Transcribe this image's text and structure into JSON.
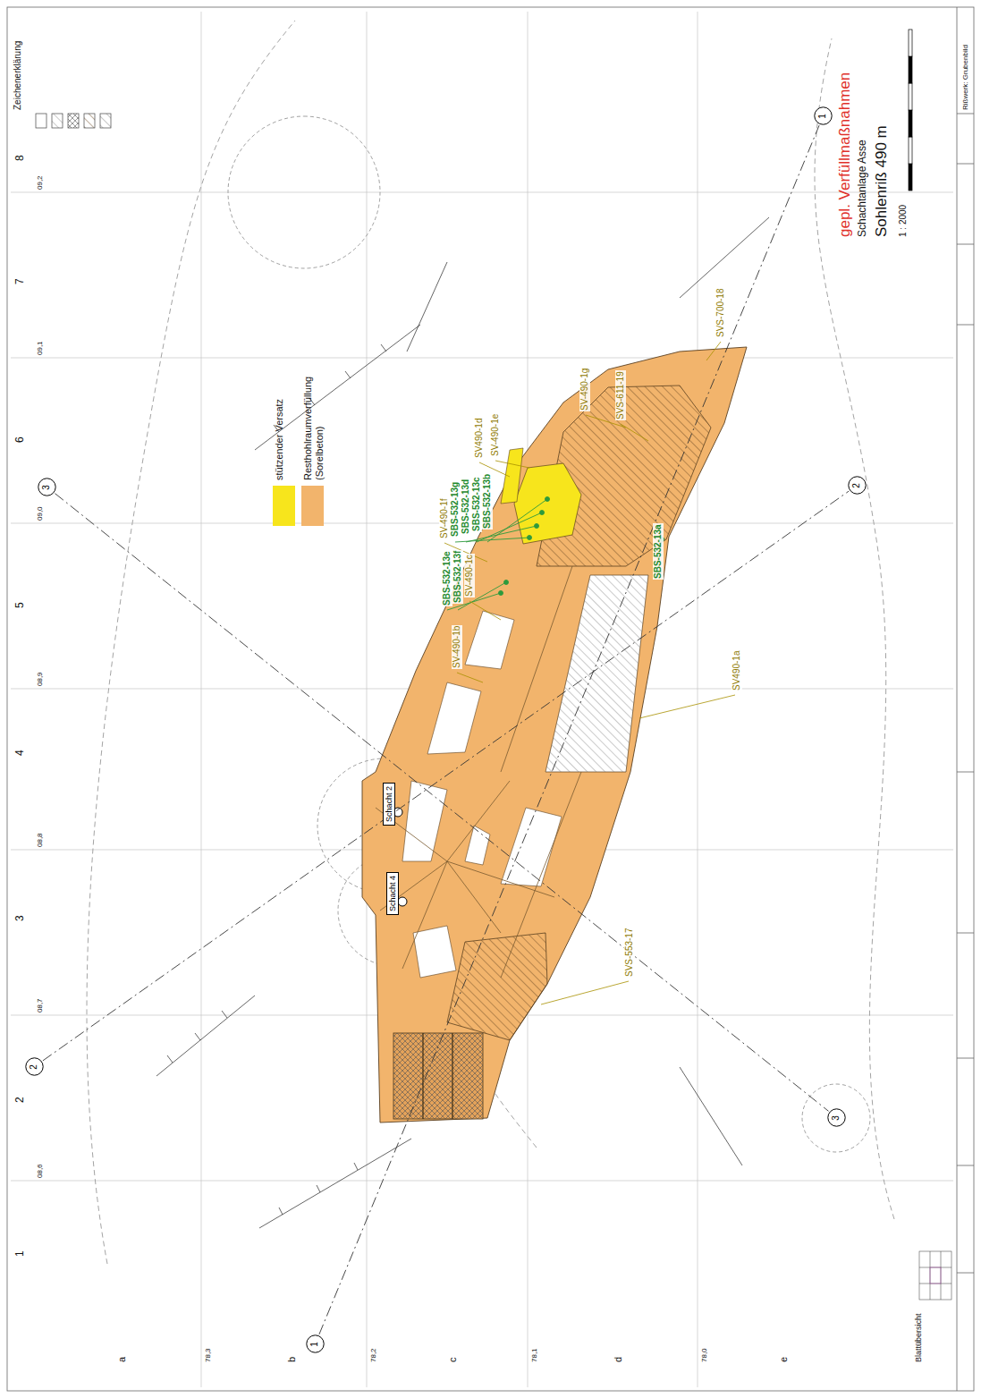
{
  "diagram": {
    "title": "gepl. Verfüllmaßnahmen",
    "nodes": [
      {
        "text": [
          "Schacht 2"
        ]
      },
      {
        "text": [
          "Schacht 4"
        ]
      },
      {
        "text": [
          "3"
        ]
      },
      {
        "text": [
          "3"
        ]
      },
      {
        "text": [
          "2"
        ]
      },
      {
        "text": [
          "2"
        ]
      },
      {
        "text": [
          "1"
        ]
      },
      {
        "text": [
          "1"
        ]
      }
    ],
    "edges": [
      {
        "from": 2,
        "to": 3,
        "arrow": "none"
      },
      {
        "from": 4,
        "to": 5,
        "arrow": "none"
      },
      {
        "from": 6,
        "to": 7,
        "arrow": "none"
      }
    ],
    "labels": [
      "Zeichenerklärung",
      "Schachtanlage Asse",
      "Sohlenriß 490 m",
      "1 : 2000",
      "Blattübersicht",
      "Rißwerk: Grubenbild",
      "SV-490-1f",
      "SBS-532-13g",
      "SBS-532-13d",
      "SBS-532-13c",
      "SBS-532-13b",
      "SV490-1d",
      "SV-490-1e",
      "SV-490-1g",
      "SVS-611-19",
      "SVS-700-18",
      "SBS-532-13e",
      "SBS-532-13f",
      "SV-490-1c",
      "SV-490-1b",
      "SBS-532-13a",
      "SV490-1a",
      "SVS-553-17",
      "1",
      "2",
      "3",
      "4",
      "5",
      "6",
      "7",
      "8",
      "a",
      "b",
      "c",
      "d",
      "e",
      "78,3",
      "78,2",
      "78,1",
      "78,0",
      "08,6",
      "08,7",
      "08,8",
      "08,9",
      "09,0",
      "09,1",
      "09,2"
    ],
    "legend": [
      {
        "text": "stützender Versatz",
        "color": "#f7e51c"
      },
      {
        "text": "Resthohlraumverfüllung (Sorelbeton)",
        "color": "#f2b46c"
      }
    ]
  }
}
